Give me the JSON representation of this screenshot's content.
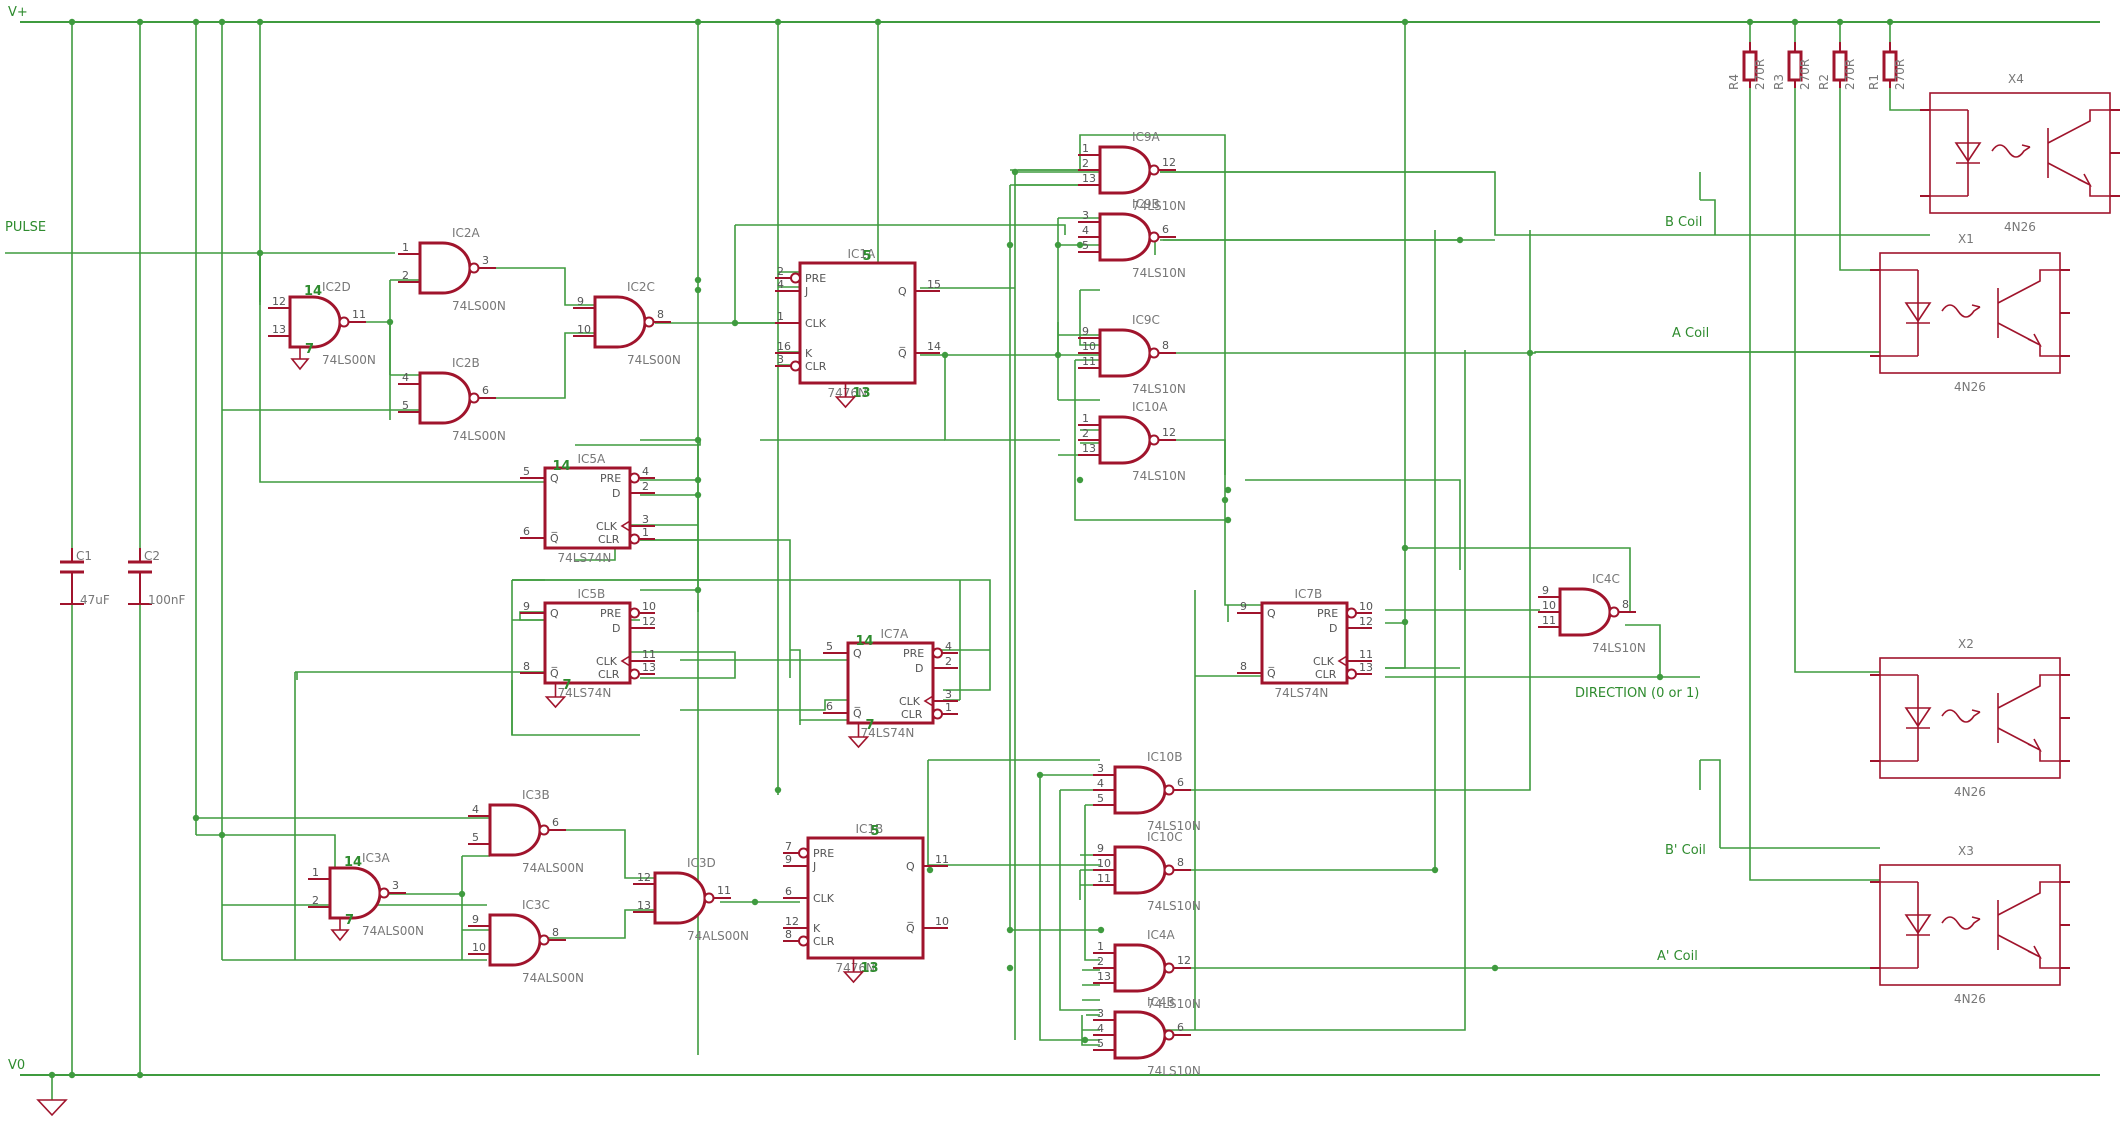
{
  "rails": {
    "vplus": "V+",
    "v0": "V0"
  },
  "nets": {
    "pulse": "PULSE",
    "b_coil": "B Coil",
    "a_coil": "A Coil",
    "bp_coil": "B' Coil",
    "ap_coil": "A' Coil",
    "direction": "DIRECTION (0 or 1)"
  },
  "caps": [
    {
      "name": "C1",
      "value": "47uF"
    },
    {
      "name": "C2",
      "value": "100nF"
    }
  ],
  "resistors": [
    {
      "name": "R4",
      "value": "270R"
    },
    {
      "name": "R3",
      "value": "270R"
    },
    {
      "name": "R2",
      "value": "270R"
    },
    {
      "name": "R1",
      "value": "270R"
    }
  ],
  "nand_gates": [
    {
      "id": "IC2D",
      "part": "74LS00N",
      "in": [
        "12",
        "13"
      ],
      "out": "11",
      "pwr": "14",
      "gnd": "7"
    },
    {
      "id": "IC2A",
      "part": "74LS00N",
      "in": [
        "1",
        "2"
      ],
      "out": "3"
    },
    {
      "id": "IC2B",
      "part": "74LS00N",
      "in": [
        "4",
        "5"
      ],
      "out": "6"
    },
    {
      "id": "IC2C",
      "part": "74LS00N",
      "in": [
        "9",
        "10"
      ],
      "out": "8"
    },
    {
      "id": "IC3A",
      "part": "74ALS00N",
      "in": [
        "1",
        "2"
      ],
      "out": "3",
      "pwr": "14",
      "gnd": "7"
    },
    {
      "id": "IC3B",
      "part": "74ALS00N",
      "in": [
        "4",
        "5"
      ],
      "out": "6"
    },
    {
      "id": "IC3C",
      "part": "74ALS00N",
      "in": [
        "9",
        "10"
      ],
      "out": "8"
    },
    {
      "id": "IC3D",
      "part": "74ALS00N",
      "in": [
        "12",
        "13"
      ],
      "out": "11"
    },
    {
      "id": "IC9A",
      "part": "74LS10N",
      "in": [
        "1",
        "2",
        "13"
      ],
      "out": "12"
    },
    {
      "id": "IC9B",
      "part": "74LS10N",
      "in": [
        "3",
        "4",
        "5"
      ],
      "out": "6"
    },
    {
      "id": "IC9C",
      "part": "74LS10N",
      "in": [
        "9",
        "10",
        "11"
      ],
      "out": "8"
    },
    {
      "id": "IC10A",
      "part": "74LS10N",
      "in": [
        "1",
        "2",
        "13"
      ],
      "out": "12"
    },
    {
      "id": "IC10B",
      "part": "74LS10N",
      "in": [
        "3",
        "4",
        "5"
      ],
      "out": "6"
    },
    {
      "id": "IC10C",
      "part": "74LS10N",
      "in": [
        "9",
        "10",
        "11"
      ],
      "out": "8"
    },
    {
      "id": "IC4A",
      "part": "74LS10N",
      "in": [
        "1",
        "2",
        "13"
      ],
      "out": "12"
    },
    {
      "id": "IC4B",
      "part": "74LS10N",
      "in": [
        "3",
        "4",
        "5"
      ],
      "out": "6"
    },
    {
      "id": "IC4C",
      "part": "74LS10N",
      "in": [
        "9",
        "10",
        "11"
      ],
      "out": "8"
    }
  ],
  "flipflops": [
    {
      "id": "IC1A",
      "part": "7476N",
      "pins": {
        "pre": "2",
        "j": "4",
        "clk": "1",
        "k": "16",
        "clr": "3",
        "q": "15",
        "qn": "14"
      },
      "pwr": "5",
      "gnd": "13"
    },
    {
      "id": "IC1B",
      "part": "7476N",
      "pins": {
        "pre": "7",
        "j": "9",
        "clk": "6",
        "k": "12",
        "clr": "8",
        "q": "11",
        "qn": "10"
      },
      "pwr": "5",
      "gnd": "13"
    },
    {
      "id": "IC5A",
      "part": "74LS74N",
      "pins": {
        "q": "5",
        "qn": "6",
        "pre": "4",
        "d": "2",
        "clk": "3",
        "clr": "1"
      },
      "pwr": "14"
    },
    {
      "id": "IC5B",
      "part": "74LS74N",
      "pins": {
        "q": "9",
        "qn": "8",
        "pre": "10",
        "d": "12",
        "clk": "11",
        "clr": "13"
      },
      "gnd": "7"
    },
    {
      "id": "IC7A",
      "part": "74LS74N",
      "pins": {
        "q": "5",
        "qn": "6",
        "pre": "4",
        "d": "2",
        "clk": "3",
        "clr": "1"
      },
      "pwr": "14",
      "gnd": "7"
    },
    {
      "id": "IC7B",
      "part": "74LS74N",
      "pins": {
        "q": "9",
        "qn": "8",
        "pre": "10",
        "d": "12",
        "clk": "11",
        "clr": "13"
      }
    }
  ],
  "ff_pin_labels": {
    "pre": "PRE",
    "j": "J",
    "clk": "CLK",
    "k": "K",
    "clr": "CLR",
    "q": "Q",
    "qn": "Q̅",
    "d": "D"
  },
  "optos": [
    {
      "id": "X4",
      "part": "4N26"
    },
    {
      "id": "X1",
      "part": "4N26"
    },
    {
      "id": "X2",
      "part": "4N26"
    },
    {
      "id": "X3",
      "part": "4N26"
    }
  ]
}
